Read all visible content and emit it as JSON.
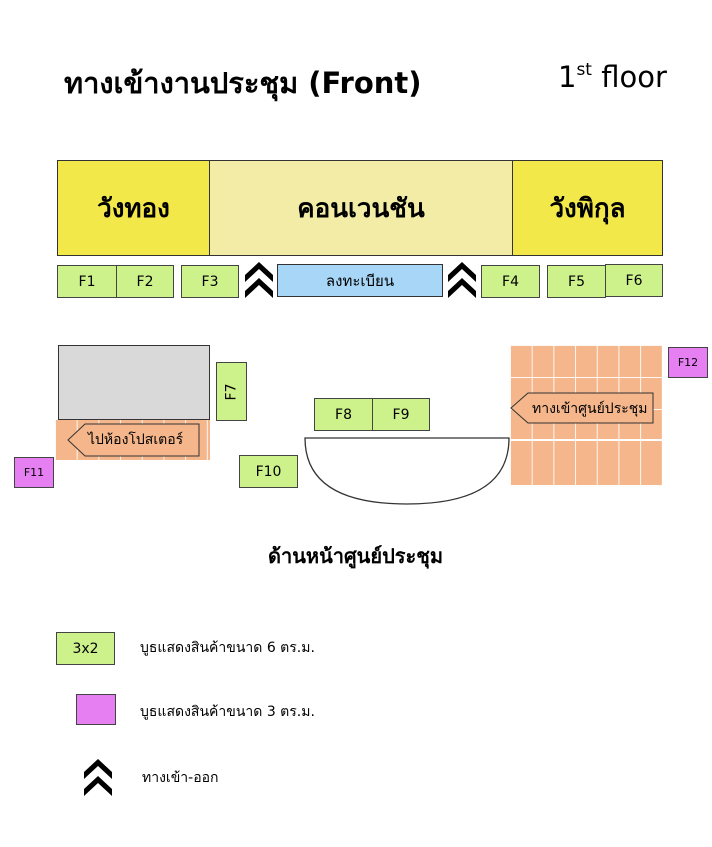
{
  "header": {
    "title": "ทางเข้างานประชุม (Front)",
    "floor_number": "1",
    "floor_suffix": "st",
    "floor_word": "floor"
  },
  "halls": {
    "left": "วังทอง",
    "center": "คอนเวนชัน",
    "right": "วังพิกุล"
  },
  "registration": "ลงทะเบียน",
  "booths": {
    "f1": "F1",
    "f2": "F2",
    "f3": "F3",
    "f4": "F4",
    "f5": "F5",
    "f6": "F6",
    "f7": "F7",
    "f8": "F8",
    "f9": "F9",
    "f10": "F10",
    "f11": "F11",
    "f12": "F12"
  },
  "signs": {
    "poster_room": "ไปห้องโปสเตอร์",
    "center_entrance": "ทางเข้าศูนย์ประชุม"
  },
  "front_label": "ด้านหน้าศูนย์ประชุม",
  "legend": {
    "booth6_swatch": "3x2",
    "booth6_text": "บูธแสดงสินค้าขนาด 6 ตร.ม.",
    "booth3_text": "บูธแสดงสินค้าขนาด 3 ตร.ม.",
    "entrance_text": "ทางเข้า-ออก"
  },
  "colors": {
    "booth_6sqm": "#cdf28c",
    "booth_3sqm": "#e57ff2",
    "hall_yellow": "#f2e84a",
    "hall_pale": "#f2eca6",
    "registration": "#a8d6f7",
    "poster_area": "#f4b68a"
  }
}
